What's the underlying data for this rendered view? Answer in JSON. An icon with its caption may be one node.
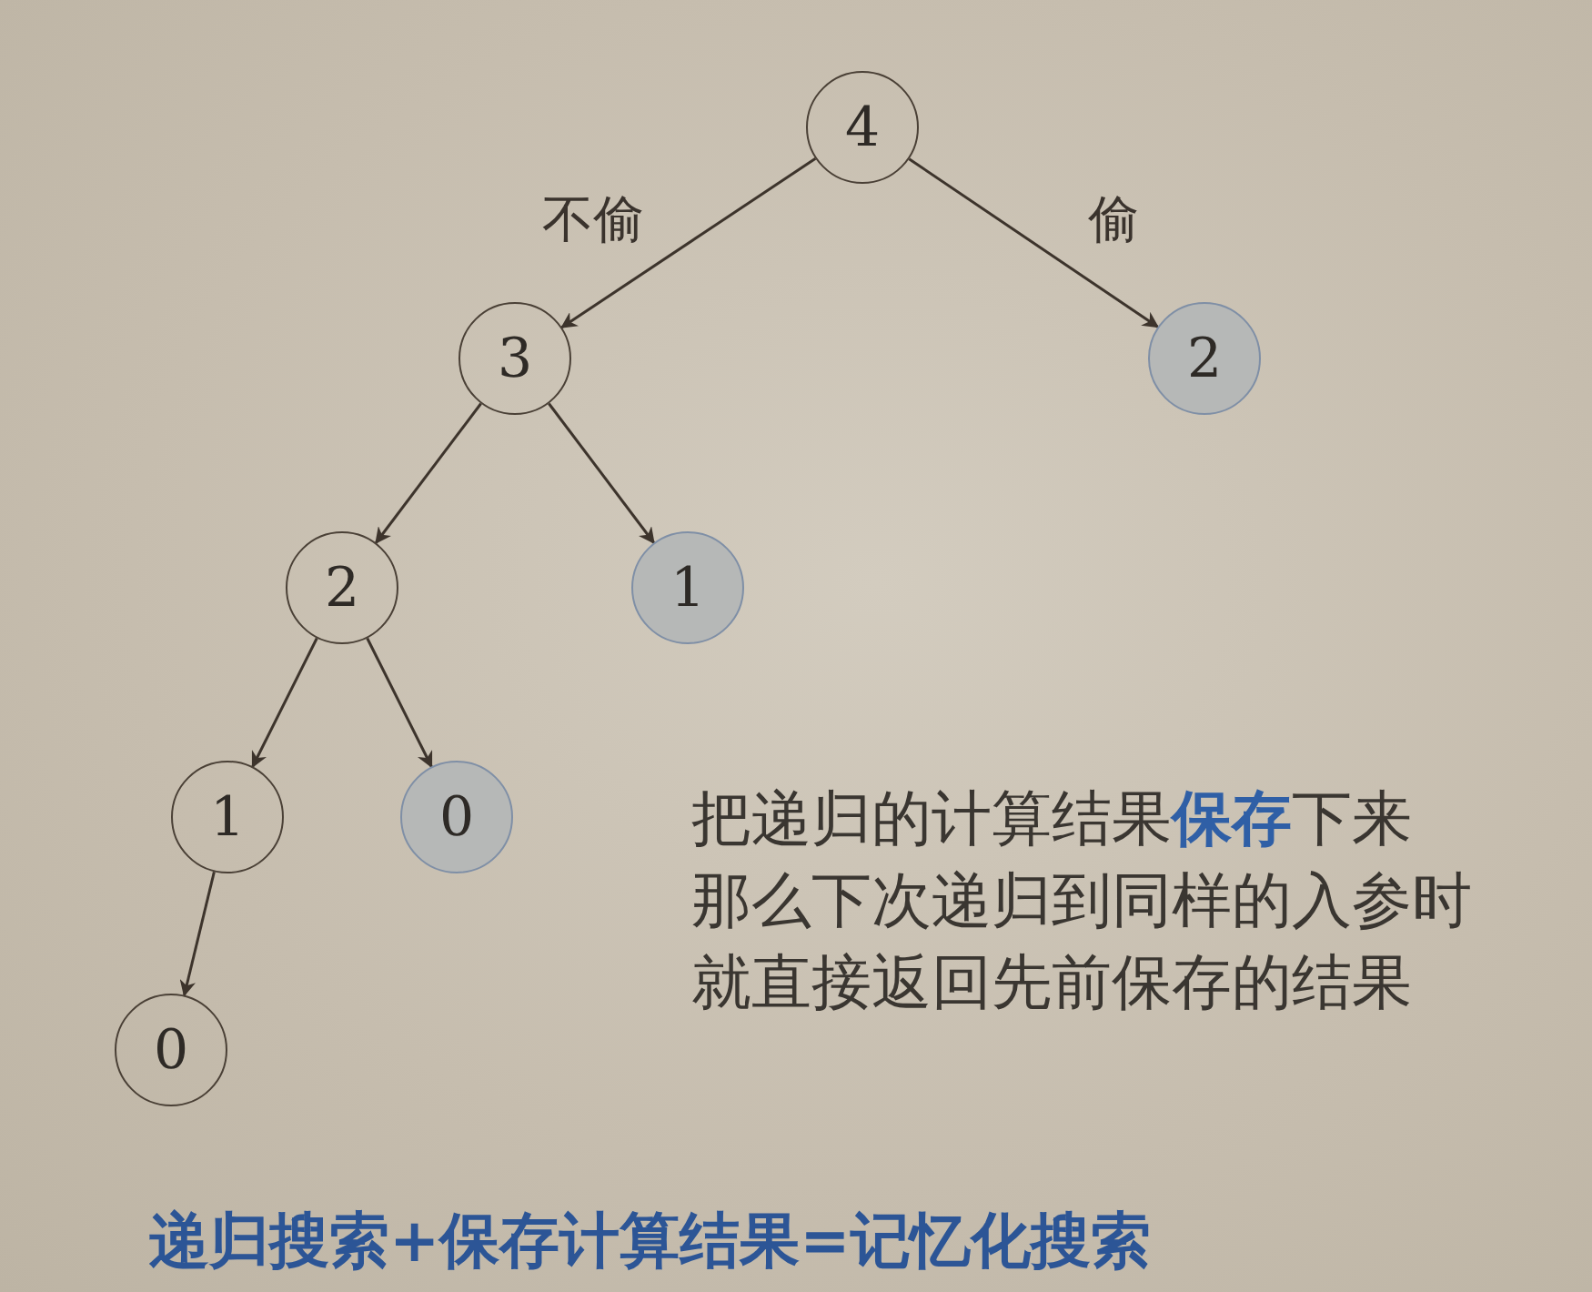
{
  "diagram": {
    "caption": "递归搜索+保存计算结果=记忆化搜索",
    "nodes": [
      {
        "text": [
          "4"
        ]
      },
      {
        "text": [
          "3"
        ]
      },
      {
        "text": [
          "2"
        ]
      },
      {
        "text": [
          "2"
        ]
      },
      {
        "text": [
          "1"
        ]
      },
      {
        "text": [
          "1"
        ]
      },
      {
        "text": [
          "0"
        ]
      },
      {
        "text": [
          "0"
        ]
      }
    ],
    "edges": [
      {
        "from": 0,
        "to": 1,
        "arrow": "to",
        "label": "不偷"
      },
      {
        "from": 0,
        "to": 2,
        "arrow": "to",
        "label": "偷"
      },
      {
        "from": 1,
        "to": 3,
        "arrow": "to"
      },
      {
        "from": 1,
        "to": 4,
        "arrow": "to"
      },
      {
        "from": 3,
        "to": 5,
        "arrow": "to"
      },
      {
        "from": 3,
        "to": 6,
        "arrow": "to"
      },
      {
        "from": 5,
        "to": 7,
        "arrow": "to"
      }
    ],
    "labels": [
      "把递归的计算结果**保存**下来",
      "那么下次递归到同样的入参时",
      "就直接返回先前保存的结果"
    ]
  }
}
